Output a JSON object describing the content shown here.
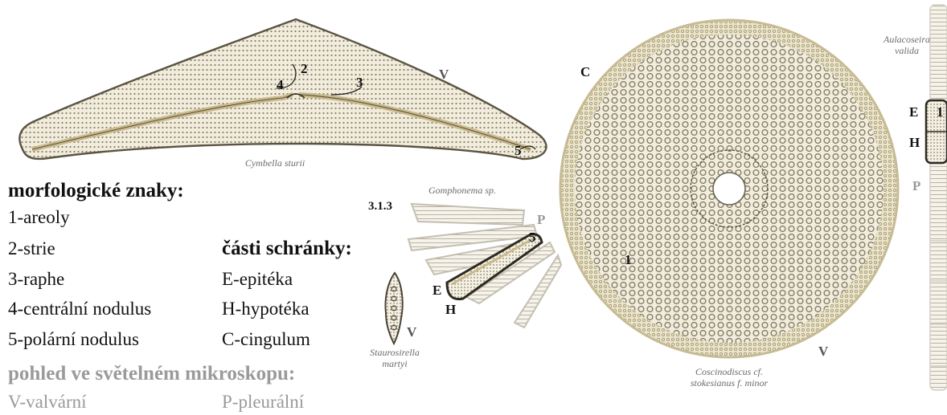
{
  "colors": {
    "shell_fill": "#f1ecdc",
    "shell_stroke": "#5b5443",
    "areole": "#7d7660",
    "accent_raphe": "#c9b98a",
    "grey_text": "#9a9a9a"
  },
  "legend": {
    "morph_title": "morfologické znaky:",
    "morph_items": [
      "1-areoly",
      "2-strie",
      "3-raphe",
      "4-centrální nodulus",
      "5-polární nodulus"
    ],
    "parts_title": "části schránky:",
    "parts_items": [
      "E-epitéka",
      "H-hypotéka",
      "C-cingulum"
    ],
    "view_title": "pohled ve světelném mikroskopu:",
    "view_items": [
      "V-valvární",
      "P-pleurální"
    ]
  },
  "specimens": {
    "cymbella": {
      "caption": "Cymbella sturii",
      "labels": {
        "v": "V",
        "n2": "2",
        "n3": "3",
        "n4": "4",
        "n5": "5"
      }
    },
    "gomphonema": {
      "caption_genus": "Gomphonema",
      "caption_rest": " sp.",
      "section": "3.1.3",
      "labels": {
        "p": "P",
        "n5": "5",
        "e": "E",
        "h": "H"
      }
    },
    "staurosirella": {
      "caption_line1": "Staurosirella",
      "caption_line2": "martyi",
      "labels": {
        "v": "V"
      }
    },
    "coscinodiscus": {
      "caption_line1": "Coscinodiscus cf.",
      "caption_line2": "stokesianus f. minor",
      "labels": {
        "c": "C",
        "n1": "1",
        "v": "V"
      }
    },
    "aulacoseira": {
      "caption_line1": "Aulacoseira",
      "caption_line2": "valida",
      "labels": {
        "e": "E",
        "h": "H",
        "n1": "1",
        "p": "P"
      }
    }
  }
}
